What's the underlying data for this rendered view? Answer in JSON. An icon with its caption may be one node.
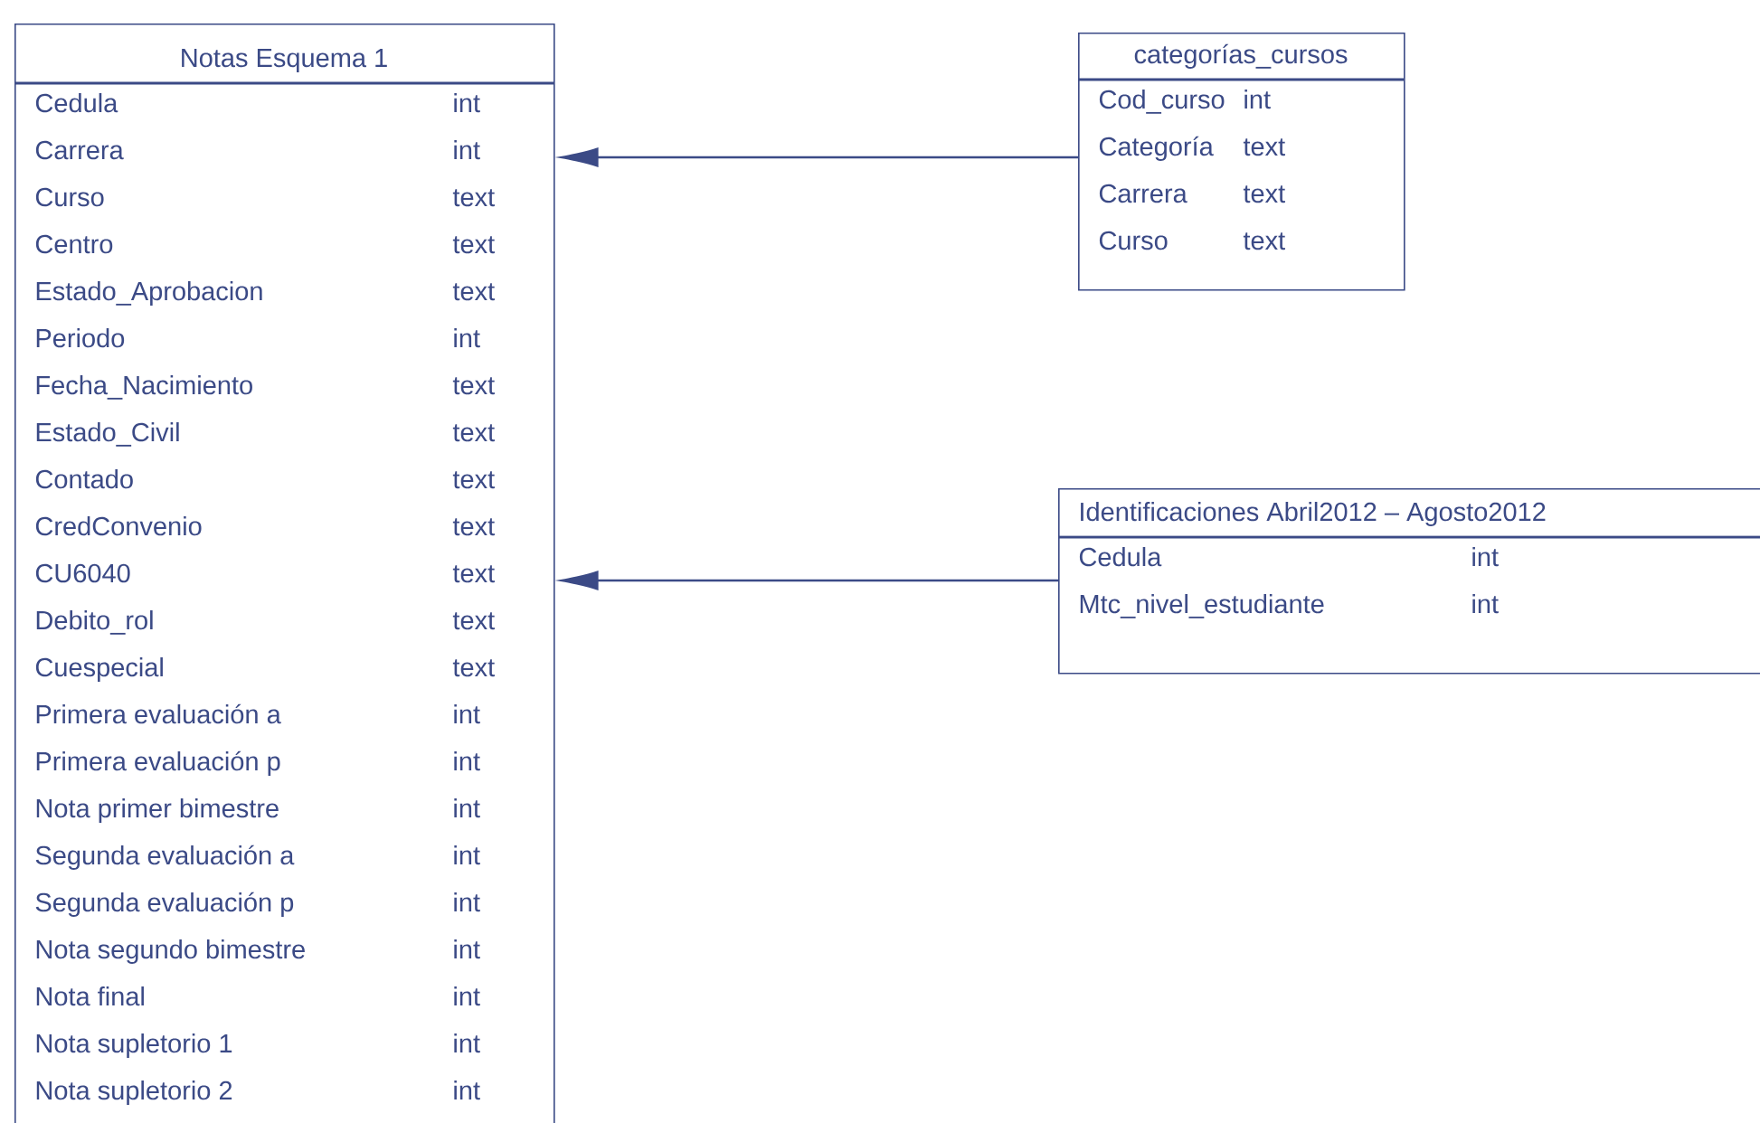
{
  "diagram": {
    "nodes": [
      {
        "text": [
          "Notas Esquema 1",
          "Cedula",
          "int",
          "Carrera",
          "int",
          "Curso",
          "text",
          "Centro",
          "text",
          "Estado_Aprobacion",
          "text",
          "Periodo",
          "int",
          "Fecha_Nacimiento",
          "text",
          "Estado_Civil",
          "text",
          "Contado",
          "text",
          "CredConvenio",
          "text",
          "CU6040",
          "text",
          "Debito_rol",
          "text",
          "Cuespecial",
          "text",
          "Primera evaluación a",
          "int",
          "Primera evaluación p",
          "int",
          "Nota primer bimestre",
          "int",
          "Segunda evaluación a",
          "int",
          "Segunda evaluación p",
          "int",
          "Nota segundo bimestre",
          "int",
          "Nota final",
          "int",
          "Nota supletorio 1",
          "int",
          "Nota supletorio 2",
          "int"
        ]
      },
      {
        "text": [
          "categorías_cursos",
          "Cod_curso",
          "int",
          "Categoría",
          "text",
          "Carrera",
          "text",
          "Curso",
          "text"
        ]
      },
      {
        "text": [
          "Identificaciones Abril2012 – Agosto2012",
          "Cedula",
          "int",
          "Mtc_nivel_estudiante",
          "int"
        ]
      }
    ],
    "edges": [
      {
        "from": 1,
        "to": 0,
        "arrow": "to"
      },
      {
        "from": 2,
        "to": 0,
        "arrow": "to"
      }
    ]
  }
}
